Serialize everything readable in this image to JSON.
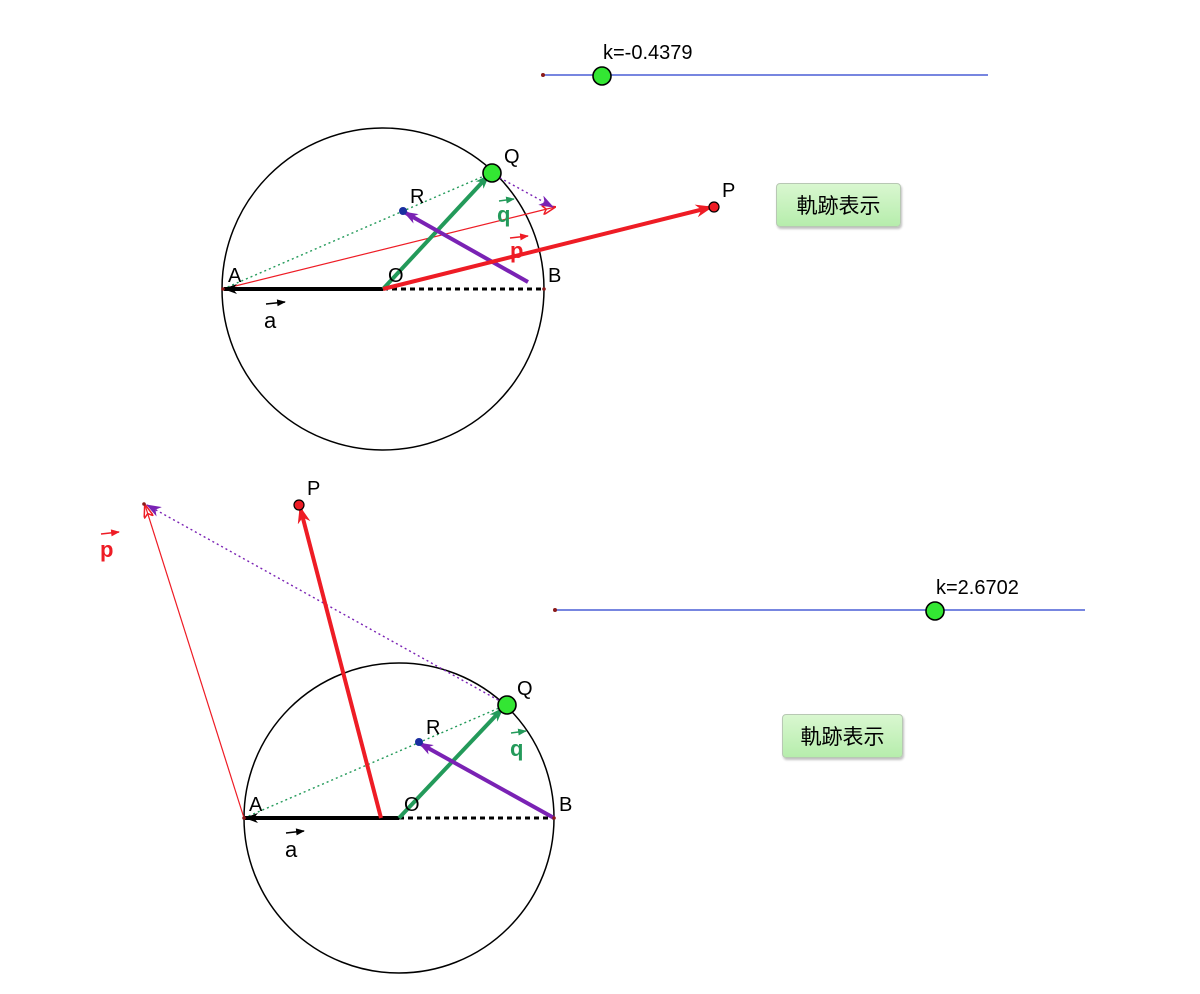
{
  "colors": {
    "circle": "#000000",
    "vector_a": "#000000",
    "vector_p": "#ee1c25",
    "vector_q": "#239a5a",
    "vector_r": "#7a22b4",
    "point_fill_p": "#ee1c25",
    "point_fill_r": "#1a2ea0",
    "point_fill_q": "#33e633",
    "slider_line": "#4a5fd6",
    "button_bg": "#c8f2c0"
  },
  "panels": [
    {
      "slider": {
        "label": "k=-0.4379"
      },
      "button": {
        "label": "軌跡表示"
      },
      "points": {
        "A": "A",
        "O": "O",
        "B": "B",
        "Q": "Q",
        "R": "R",
        "P": "P"
      },
      "vectors": {
        "a": "a",
        "p": "p",
        "q": "q"
      }
    },
    {
      "slider": {
        "label": "k=2.6702"
      },
      "button": {
        "label": "軌跡表示"
      },
      "points": {
        "A": "A",
        "O": "O",
        "B": "B",
        "Q": "Q",
        "R": "R",
        "P": "P"
      },
      "vectors": {
        "a": "a",
        "p": "p",
        "q": "q"
      }
    }
  ]
}
